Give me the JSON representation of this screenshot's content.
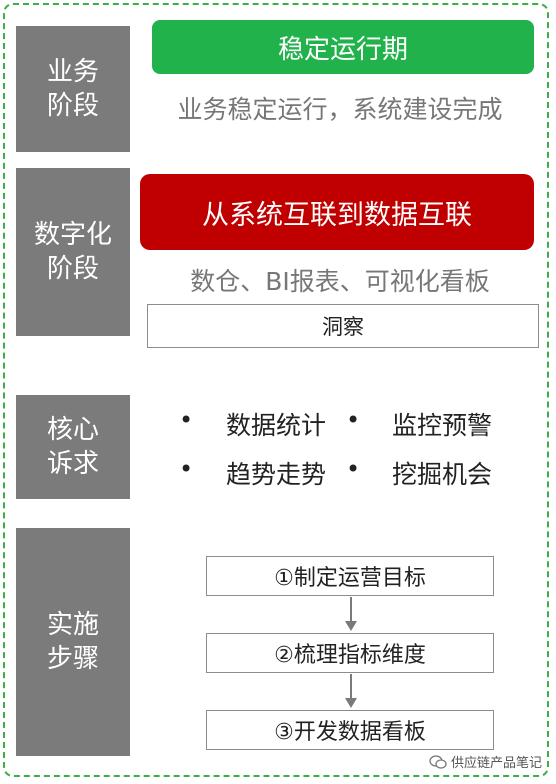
{
  "stages": [
    {
      "label_lines": [
        "业务",
        "阶段"
      ]
    },
    {
      "label_lines": [
        "数字化",
        "阶段"
      ]
    },
    {
      "label_lines": [
        "核心",
        "诉求"
      ]
    },
    {
      "label_lines": [
        "实施",
        "步骤"
      ]
    }
  ],
  "business": {
    "banner": "稳定运行期",
    "description": "业务稳定运行，系统建设完成"
  },
  "digital": {
    "banner": "从系统互联到数据互联",
    "description": "数仓、BI报表、可视化看板",
    "insight": "洞察"
  },
  "needs": {
    "items": [
      "数据统计",
      "监控预警",
      "趋势走势",
      "挖掘机会"
    ]
  },
  "steps": [
    "①制定运营目标",
    "②梳理指标维度",
    "③开发数据看板"
  ],
  "watermark": "供应链产品笔记",
  "colors": {
    "green": "#21b24b",
    "red": "#c00000",
    "sidebar_gray": "#7b7b7b",
    "border_green": "#3fae49"
  }
}
